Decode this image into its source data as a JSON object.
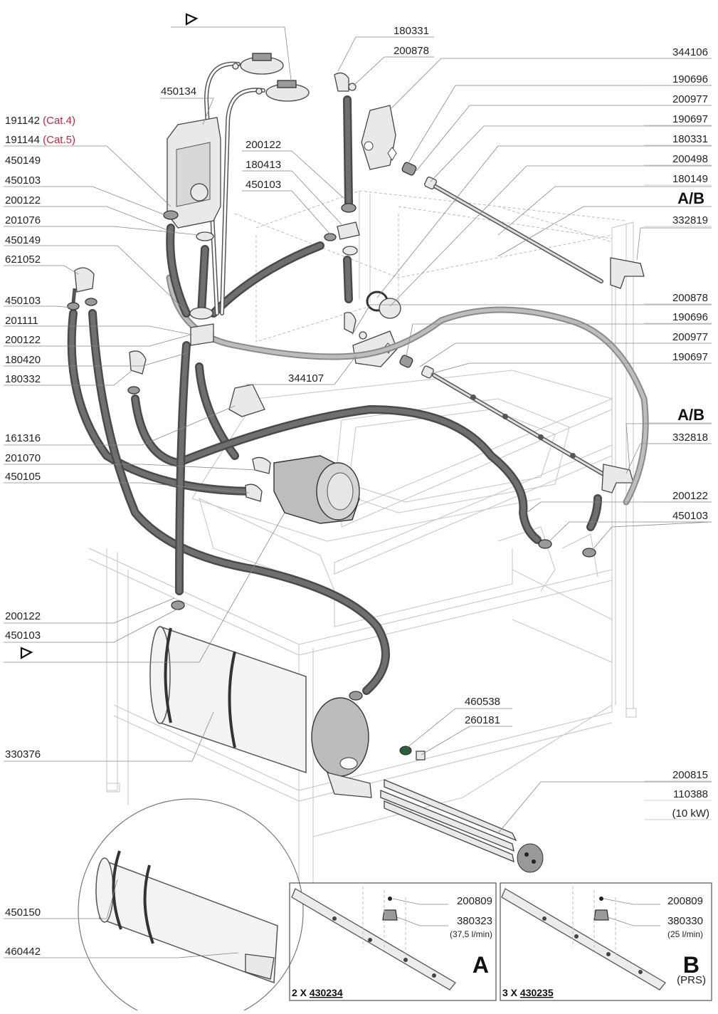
{
  "diagram": {
    "labels_left": [
      {
        "id": "lbl-191142",
        "text": "191142",
        "note": "(Cat.4)"
      },
      {
        "id": "lbl-191144",
        "text": "191144",
        "note": "(Cat.5)"
      },
      {
        "id": "lbl-450149a",
        "text": "450149"
      },
      {
        "id": "lbl-450103a",
        "text": "450103"
      },
      {
        "id": "lbl-200122a",
        "text": "200122"
      },
      {
        "id": "lbl-201076",
        "text": "201076"
      },
      {
        "id": "lbl-450149b",
        "text": "450149"
      },
      {
        "id": "lbl-621052",
        "text": "621052"
      },
      {
        "id": "lbl-450103b",
        "text": "450103"
      },
      {
        "id": "lbl-201111",
        "text": "201111"
      },
      {
        "id": "lbl-200122b",
        "text": "200122"
      },
      {
        "id": "lbl-180420",
        "text": "180420"
      },
      {
        "id": "lbl-180332",
        "text": "180332"
      },
      {
        "id": "lbl-161316",
        "text": "161316"
      },
      {
        "id": "lbl-201070",
        "text": "201070"
      },
      {
        "id": "lbl-450105",
        "text": "450105"
      },
      {
        "id": "lbl-200122c",
        "text": "200122"
      },
      {
        "id": "lbl-450103c",
        "text": "450103"
      },
      {
        "id": "lbl-330376",
        "text": "330376"
      },
      {
        "id": "lbl-450150",
        "text": "450150"
      },
      {
        "id": "lbl-460442",
        "text": "460442"
      }
    ],
    "labels_center": [
      {
        "id": "lbl-450134",
        "text": "450134"
      },
      {
        "id": "lbl-200122d",
        "text": "200122"
      },
      {
        "id": "lbl-180413",
        "text": "180413"
      },
      {
        "id": "lbl-450103d",
        "text": "450103"
      },
      {
        "id": "lbl-344107",
        "text": "344107"
      },
      {
        "id": "lbl-180331a",
        "text": "180331"
      },
      {
        "id": "lbl-200878a",
        "text": "200878"
      },
      {
        "id": "lbl-460538",
        "text": "460538"
      },
      {
        "id": "lbl-260181",
        "text": "260181"
      }
    ],
    "labels_right": [
      {
        "id": "lbl-344106",
        "text": "344106"
      },
      {
        "id": "lbl-190696a",
        "text": "190696"
      },
      {
        "id": "lbl-200977a",
        "text": "200977"
      },
      {
        "id": "lbl-190697a",
        "text": "190697"
      },
      {
        "id": "lbl-180331b",
        "text": "180331"
      },
      {
        "id": "lbl-200498",
        "text": "200498"
      },
      {
        "id": "lbl-180149",
        "text": "180149"
      },
      {
        "id": "lbl-ab1",
        "text": "A/B"
      },
      {
        "id": "lbl-332819",
        "text": "332819"
      },
      {
        "id": "lbl-200878b",
        "text": "200878"
      },
      {
        "id": "lbl-190696b",
        "text": "190696"
      },
      {
        "id": "lbl-200977b",
        "text": "200977"
      },
      {
        "id": "lbl-190697b",
        "text": "190697"
      },
      {
        "id": "lbl-ab2",
        "text": "A/B"
      },
      {
        "id": "lbl-332818",
        "text": "332818"
      },
      {
        "id": "lbl-200122e",
        "text": "200122"
      },
      {
        "id": "lbl-450103e",
        "text": "450103"
      },
      {
        "id": "lbl-200815",
        "text": "200815"
      },
      {
        "id": "lbl-110388",
        "text": "110388"
      },
      {
        "id": "lbl-10kw",
        "text": "(10 kW)"
      }
    ],
    "inset_a": {
      "letter": "A",
      "qty": "2 X",
      "part": "430234",
      "labels": [
        {
          "id": "a-200809",
          "text": "200809"
        },
        {
          "id": "a-380323",
          "text": "380323"
        },
        {
          "id": "a-flow",
          "text": "(37,5 l/min)"
        }
      ]
    },
    "inset_b": {
      "letter": "B",
      "note": "(PRS)",
      "qty": "3 X",
      "part": "430235",
      "labels": [
        {
          "id": "b-200809",
          "text": "200809"
        },
        {
          "id": "b-380330",
          "text": "380330"
        },
        {
          "id": "b-flow",
          "text": "(25 l/min)"
        }
      ]
    },
    "colors": {
      "hose": "#4a4a4a",
      "note_red": "#c0283a",
      "frame": "#c8c8c8"
    }
  }
}
